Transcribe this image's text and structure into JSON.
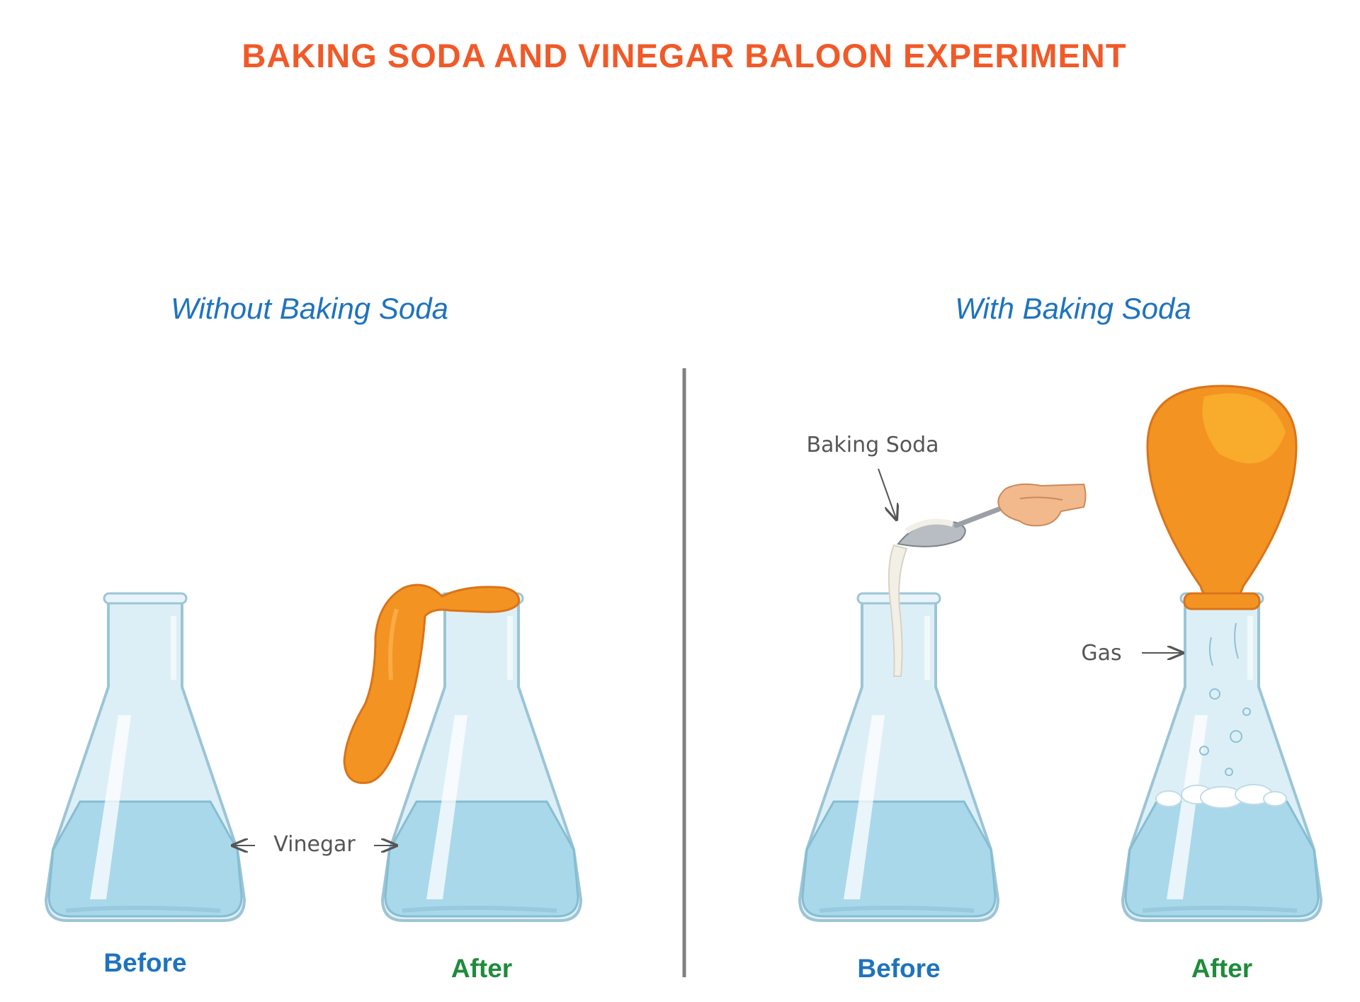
{
  "title": "BAKING SODA AND VINEGAR BALOON EXPERIMENT",
  "sections": [
    {
      "heading": "Without Baking Soda",
      "before_label": "Before",
      "after_label": "After",
      "callout": "Vinegar"
    },
    {
      "heading": "With Baking Soda",
      "before_label": "Before",
      "after_label": "After",
      "callout_powder": "Baking Soda",
      "callout_gas": "Gas"
    }
  ],
  "colors": {
    "title": "#F05A28",
    "heading": "#1E73BE",
    "before": "#1E73BE",
    "after": "#1E8C3A",
    "callout": "#555555",
    "balloon": "#F39322",
    "liquid": "#A9D8EA",
    "glass": "#DDEFF6",
    "divider": "#808080"
  },
  "icons": [
    "erlenmeyer-flask-icon",
    "balloon-icon",
    "spoon-icon",
    "hand-icon",
    "bubbles-icon",
    "arrow-icon"
  ]
}
